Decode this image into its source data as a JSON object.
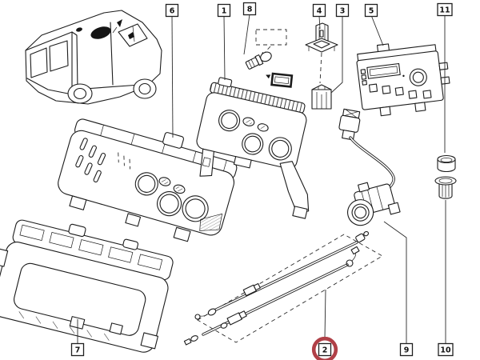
{
  "diagram": {
    "background_color": "#ffffff",
    "line_color": "#1c1c1c",
    "leader_color": "#2b2b2b",
    "highlight": {
      "color": "#b04047",
      "callout": "2"
    },
    "callouts": {
      "c1": {
        "label": "1",
        "part": "control-panel-manual"
      },
      "c2": {
        "label": "2",
        "part": "control-cables",
        "highlighted": true
      },
      "c3": {
        "label": "3",
        "part": "switch-socket"
      },
      "c4": {
        "label": "4",
        "part": "blower-switch"
      },
      "c5": {
        "label": "5",
        "part": "electronic-climate-unit"
      },
      "c6": {
        "label": "6",
        "part": "heater-control-panel"
      },
      "c7": {
        "label": "7",
        "part": "mounting-frame"
      },
      "c8": {
        "label": "8",
        "part": "illumination-bulb"
      },
      "c9": {
        "label": "9",
        "part": "actuator-with-cable"
      },
      "c10": {
        "label": "10",
        "part": "grommet"
      },
      "c11": {
        "label": "11",
        "part": "cap"
      }
    },
    "vehicle": {
      "part": "van-rear-three-quarter-view"
    }
  }
}
